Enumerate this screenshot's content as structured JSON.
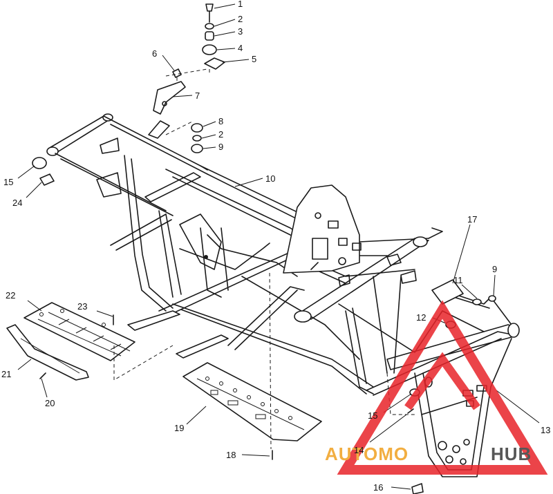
{
  "callouts": {
    "c1": "1",
    "c2a": "2",
    "c3": "3",
    "c4": "4",
    "c5": "5",
    "c6": "6",
    "c7": "7",
    "c8": "8",
    "c2b": "2",
    "c9a": "9",
    "c10": "10",
    "c15a": "15",
    "c24": "24",
    "c17": "17",
    "c9b": "9",
    "c11": "11",
    "c12": "12",
    "c22": "22",
    "c23": "23",
    "c21": "21",
    "c20": "20",
    "c19": "19",
    "c18": "18",
    "c15b": "15",
    "c14": "14",
    "c13": "13",
    "c16": "16"
  },
  "watermark": {
    "left_text": "AUTOMO",
    "hidden_text": "TO",
    "right_text": "HUB",
    "colors": {
      "triangle": "#e8242a",
      "text_orange": "#f0a020",
      "text_dark": "#3a3a3a"
    }
  },
  "colors": {
    "line": "#1a1a1a",
    "background": "#ffffff"
  }
}
